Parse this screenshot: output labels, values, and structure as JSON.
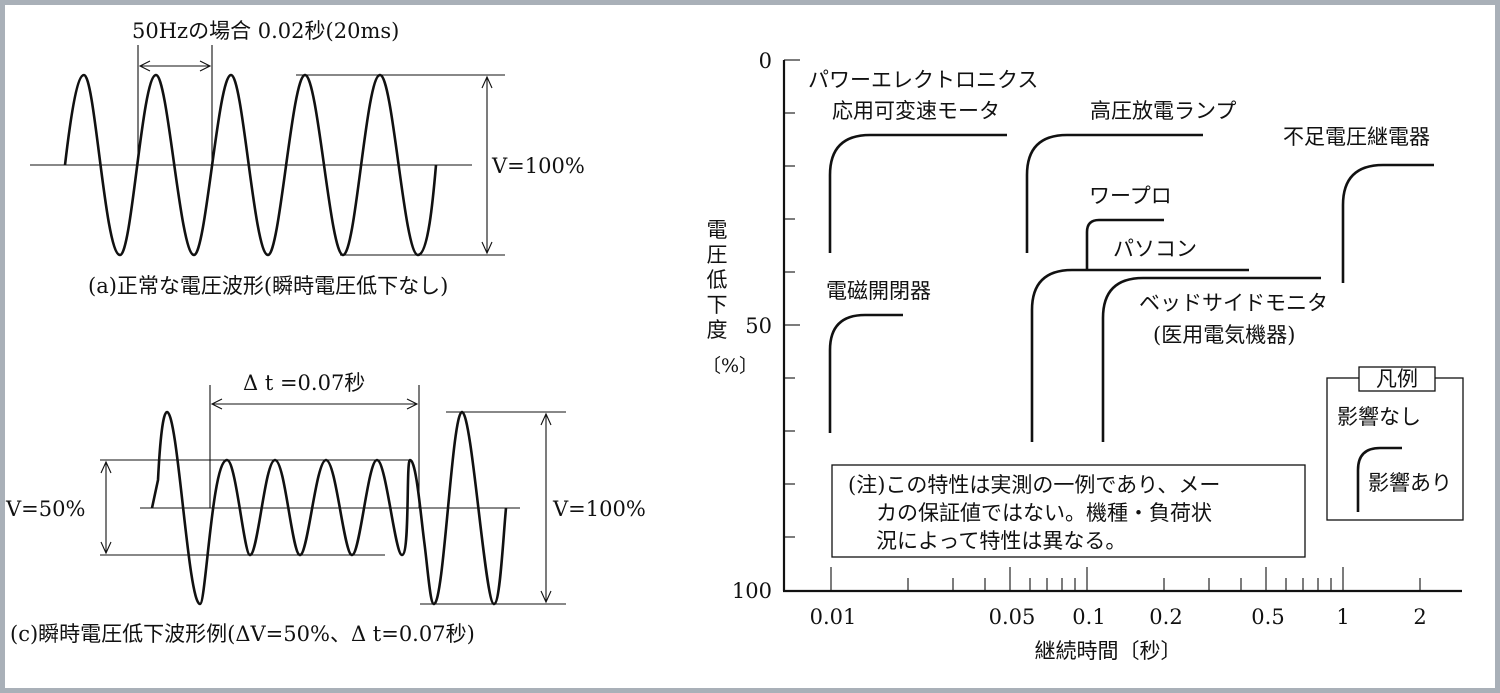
{
  "panel_a": {
    "period_label": "50Hzの場合 0.02秒(20ms)",
    "v_label": "V=100%",
    "caption": "(a)正常な電圧波形(瞬時電圧低下なし)"
  },
  "panel_c": {
    "dt_label": "Δ t =0.07秒",
    "v50_label": "V=50%",
    "v100_label": "V=100%",
    "caption": "(c)瞬時電圧低下波形例(ΔV=50%、Δ t=0.07秒)"
  },
  "chart": {
    "y_axis_title": [
      "電",
      "圧",
      "低",
      "下",
      "度",
      "〔%〕"
    ],
    "y_ticks": [
      "0",
      "50",
      "100"
    ],
    "x_ticks": [
      "0.01",
      "0.05",
      "0.1",
      "0.2",
      "0.5",
      "1",
      "2"
    ],
    "x_axis_title": "継続時間〔秒〕",
    "labels": {
      "power_electronics_1": "パワーエレクトロニクス",
      "power_electronics_2": "応用可変速モータ",
      "hid_lamp": "高圧放電ランプ",
      "undervoltage_relay": "不足電圧継電器",
      "word_processor": "ワープロ",
      "personal_computer": "パソコン",
      "contactor": "電磁開閉器",
      "bedside_monitor_1": "ベッドサイドモニタ",
      "bedside_monitor_2": "(医用電気機器)"
    },
    "note": {
      "line1": "(注)この特性は実測の一例であり、メー",
      "line2": "カの保証値ではない。機種・負荷状",
      "line3": "況によって特性は異なる。"
    },
    "legend": {
      "title": "凡例",
      "no_effect": "影響なし",
      "effect": "影響あり"
    }
  }
}
